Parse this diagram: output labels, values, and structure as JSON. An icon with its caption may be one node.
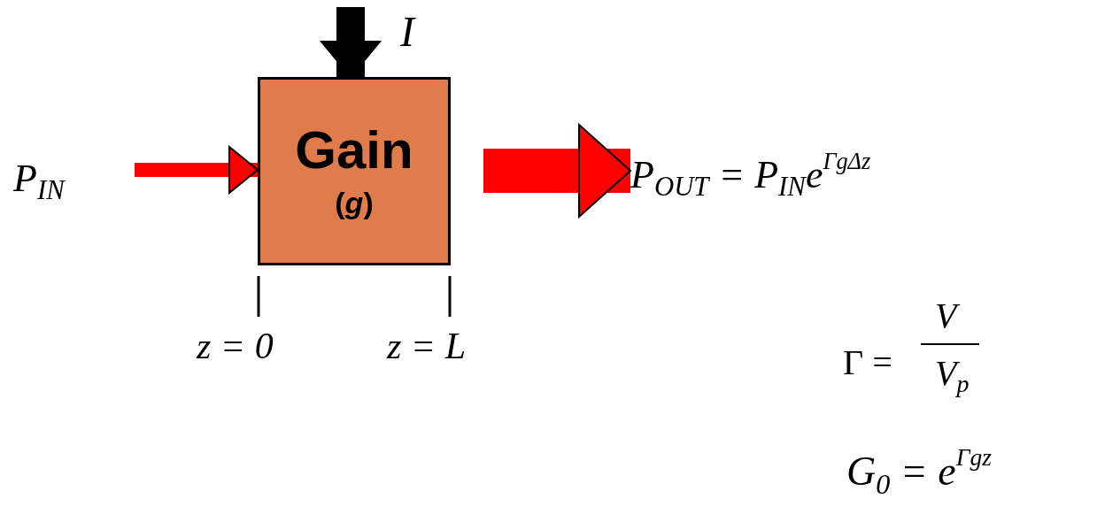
{
  "diagram": {
    "nodes": [
      {
        "text": [
          "P$_{IN}$"
        ]
      },
      {
        "text": [
          "Gain",
          "(*g*)"
        ]
      },
      {
        "text": [
          "P$_{OUT}$ = P$_{IN}$e$^{ΓgΔz}$"
        ]
      }
    ],
    "edges": [
      {
        "from": 0,
        "to": 1,
        "arrow": "to"
      },
      {
        "from": 1,
        "to": 2,
        "arrow": "to"
      },
      {
        "from": null,
        "to": 1,
        "arrow": "to",
        "label": "I",
        "color": "#000000"
      }
    ],
    "labels": [
      "z = 0",
      "z = L",
      "Γ =",
      "V",
      "V$_{p}$",
      "G$_{0}$ = e$^{Γgz}$"
    ]
  }
}
